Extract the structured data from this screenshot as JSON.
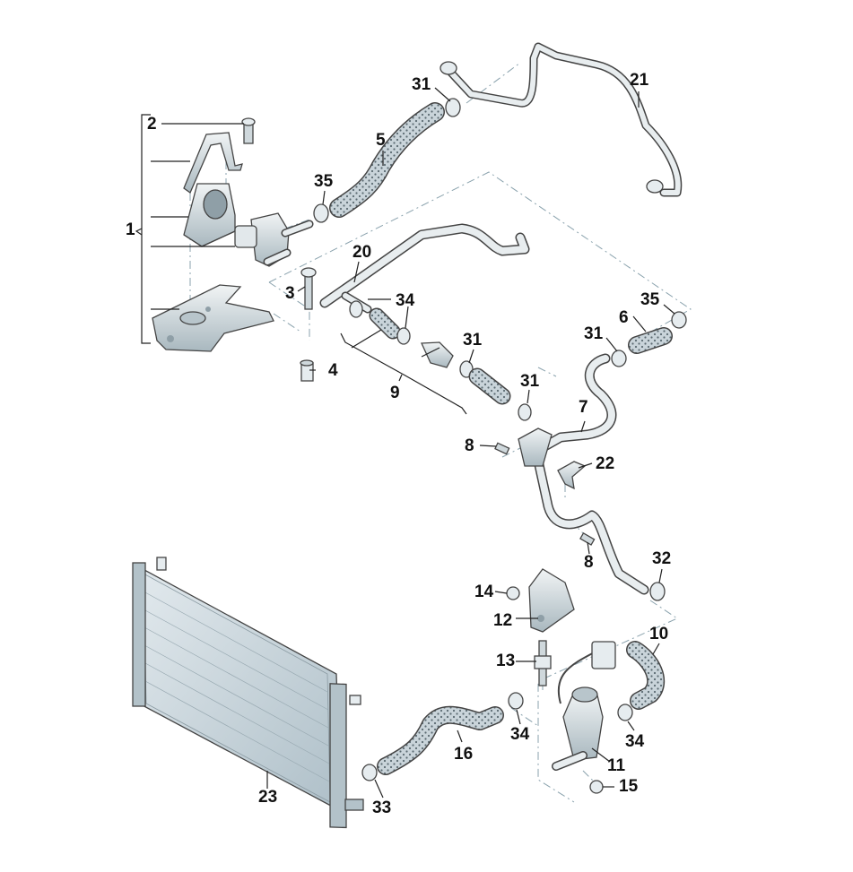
{
  "diagram": {
    "callouts": [
      {
        "id": "c1",
        "text": "1"
      },
      {
        "id": "c2",
        "text": "2"
      },
      {
        "id": "c3",
        "text": "3"
      },
      {
        "id": "c4",
        "text": "4"
      },
      {
        "id": "c5",
        "text": "5"
      },
      {
        "id": "c6",
        "text": "6"
      },
      {
        "id": "c7",
        "text": "7"
      },
      {
        "id": "c8a",
        "text": "8"
      },
      {
        "id": "c8b",
        "text": "8"
      },
      {
        "id": "c9",
        "text": "9"
      },
      {
        "id": "c10",
        "text": "10"
      },
      {
        "id": "c11",
        "text": "11"
      },
      {
        "id": "c12",
        "text": "12"
      },
      {
        "id": "c13",
        "text": "13"
      },
      {
        "id": "c14",
        "text": "14"
      },
      {
        "id": "c15",
        "text": "15"
      },
      {
        "id": "c16",
        "text": "16"
      },
      {
        "id": "c20",
        "text": "20"
      },
      {
        "id": "c21",
        "text": "21"
      },
      {
        "id": "c22",
        "text": "22"
      },
      {
        "id": "c23",
        "text": "23"
      },
      {
        "id": "c31a",
        "text": "31"
      },
      {
        "id": "c31b",
        "text": "31"
      },
      {
        "id": "c31c",
        "text": "31"
      },
      {
        "id": "c31d",
        "text": "31"
      },
      {
        "id": "c32",
        "text": "32"
      },
      {
        "id": "c33",
        "text": "33"
      },
      {
        "id": "c34a",
        "text": "34"
      },
      {
        "id": "c34b",
        "text": "34"
      },
      {
        "id": "c34c",
        "text": "34"
      },
      {
        "id": "c35a",
        "text": "35"
      },
      {
        "id": "c35b",
        "text": "35"
      }
    ],
    "colors": {
      "outline": "#444444",
      "hose_fill": "#c9d4da",
      "hose_dots": "#5b6a72",
      "part_fill": "#dde3e6",
      "part_dark": "#9fb0b8",
      "radiator": "#c5d2d9",
      "dash_line": "#8aa2ad"
    }
  }
}
